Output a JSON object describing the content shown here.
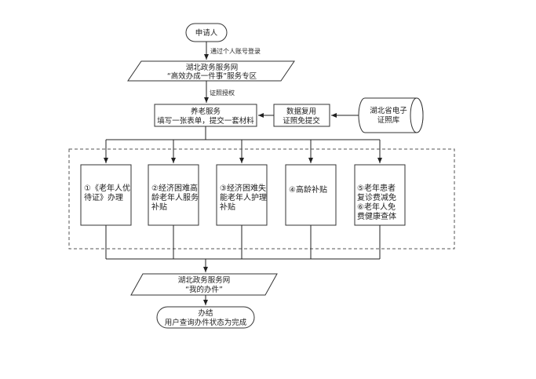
{
  "nodes": {
    "applicant": "申请人",
    "portal": {
      "line1": "湖北政务服务网",
      "line2": "“高效办成一件事”服务专区"
    },
    "pension": {
      "line1": "养老服务",
      "line2": "填写一张表单，提交一套材料"
    },
    "reuse": {
      "line1": "数据复用",
      "line2": "证照免提交"
    },
    "database": {
      "line1": "湖北省电子",
      "line2": "证照库"
    },
    "services": [
      {
        "lines": [
          "①《老年人优",
          "待证》办理"
        ]
      },
      {
        "lines": [
          "②经济困难高",
          "龄老年人服务",
          "补贴"
        ]
      },
      {
        "lines": [
          "③经济困难失",
          "能老年人护理",
          "补贴"
        ]
      },
      {
        "lines": [
          "④高龄补贴"
        ]
      },
      {
        "lines": [
          "⑤老年患者",
          "复诊费减免",
          "⑥老年人免",
          "费健康查体"
        ]
      }
    ],
    "my_affairs": {
      "line1": "湖北政务服务网",
      "line2": "“我的办件”"
    },
    "complete": {
      "line1": "办结",
      "line2": "用户查询办件状态为完成"
    }
  },
  "edges": {
    "login": "通过个人账号登录",
    "authorize": "证照授权"
  }
}
